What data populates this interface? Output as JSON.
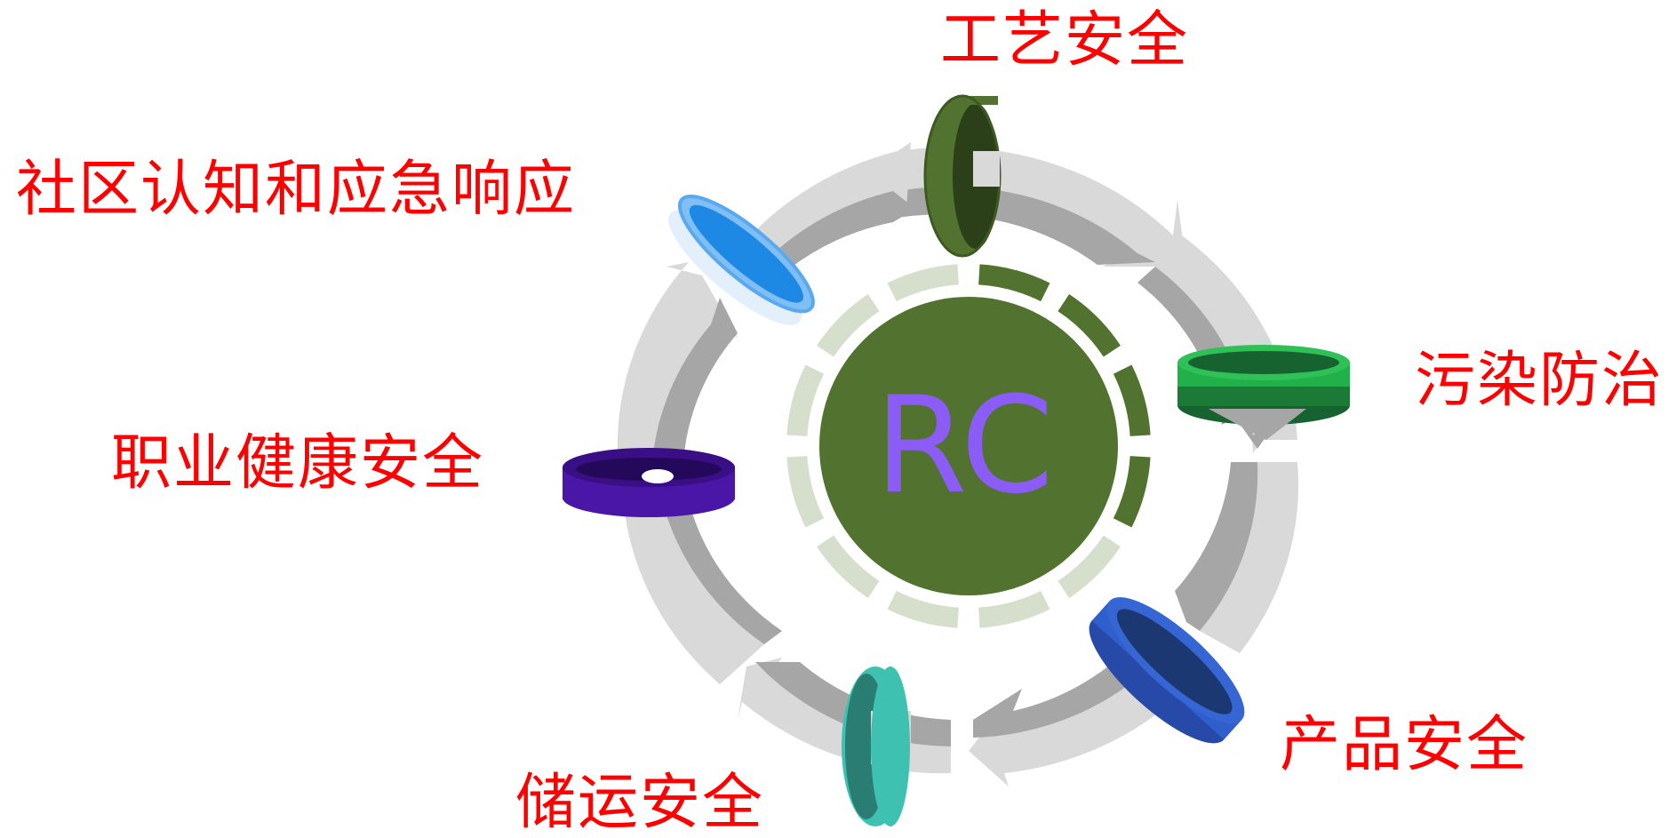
{
  "center": {
    "text": "RC",
    "fill_color": "#52732f",
    "text_color": "#8b5cf6"
  },
  "labels": {
    "top": "工艺安全",
    "upper_left": "社区认知和应急响应",
    "right": "污染防治",
    "left": "职业健康安全",
    "bottom_right": "产品安全",
    "bottom": "储运安全"
  },
  "colors": {
    "label_text": "#ff0000",
    "arrow_light": "#d9d9d9",
    "arrow_dark": "#a6a6a6",
    "segment_light": "#d5dfcc",
    "segment_dark": "#52732f",
    "ring_top": "#52732f",
    "ring_upper_left": "#1e88e5",
    "ring_right": "#22b04b",
    "ring_left": "#4a16a8",
    "ring_bottom_right": "#2f5fcc",
    "ring_bottom": "#3ec1b0"
  }
}
